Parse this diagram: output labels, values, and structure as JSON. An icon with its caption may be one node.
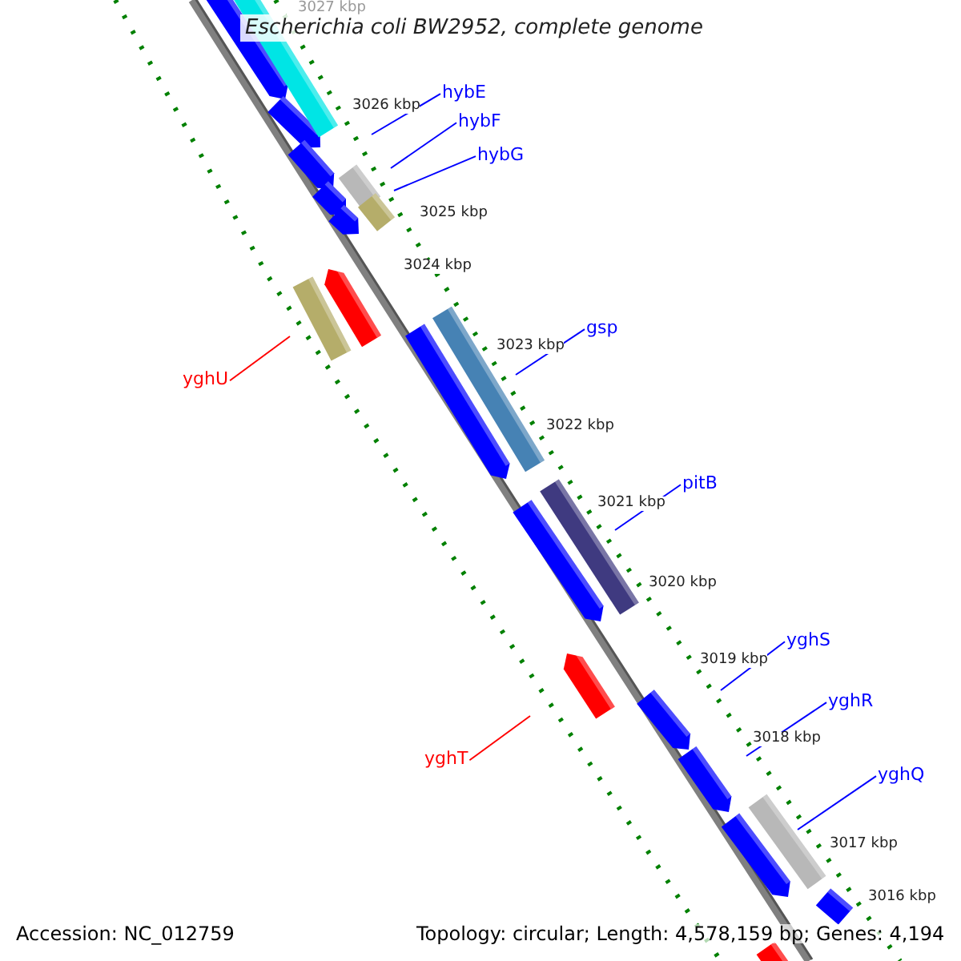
{
  "diagram": {
    "title": "Escherichia coli BW2952, complete genome",
    "nodes": [
      {
        "text": [
          "hybE"
        ]
      },
      {
        "text": [
          "hybF"
        ]
      },
      {
        "text": [
          "hybG"
        ]
      },
      {
        "text": [
          "yghU"
        ]
      },
      {
        "text": [
          "gsp"
        ]
      },
      {
        "text": [
          "pitB"
        ]
      },
      {
        "text": [
          "yghS"
        ]
      },
      {
        "text": [
          "yghR"
        ]
      },
      {
        "text": [
          "yghT"
        ]
      },
      {
        "text": [
          "yghQ"
        ]
      }
    ],
    "edges": [
      {
        "from": 0,
        "to": null,
        "arrow": "none"
      },
      {
        "from": 1,
        "to": null,
        "arrow": "none"
      },
      {
        "from": 2,
        "to": null,
        "arrow": "none"
      },
      {
        "from": 3,
        "to": null,
        "arrow": "none",
        "color": "#ff0000"
      },
      {
        "from": 4,
        "to": null,
        "arrow": "none"
      },
      {
        "from": 5,
        "to": null,
        "arrow": "none"
      },
      {
        "from": 6,
        "to": null,
        "arrow": "none"
      },
      {
        "from": 7,
        "to": null,
        "arrow": "none"
      },
      {
        "from": 8,
        "to": null,
        "arrow": "none",
        "color": "#ff0000"
      },
      {
        "from": 9,
        "to": null,
        "arrow": "none"
      }
    ],
    "labels": [
      "3027 kbp",
      "3026 kbp",
      "3025 kbp",
      "3024 kbp",
      "3023 kbp",
      "3022 kbp",
      "3021 kbp",
      "3020 kbp",
      "3019 kbp",
      "3018 kbp",
      "3017 kbp",
      "3016 kbp",
      "Accession: NC_012759",
      "Topology: circular; Length: 4,578,159 bp; Genes: 4,194"
    ]
  }
}
